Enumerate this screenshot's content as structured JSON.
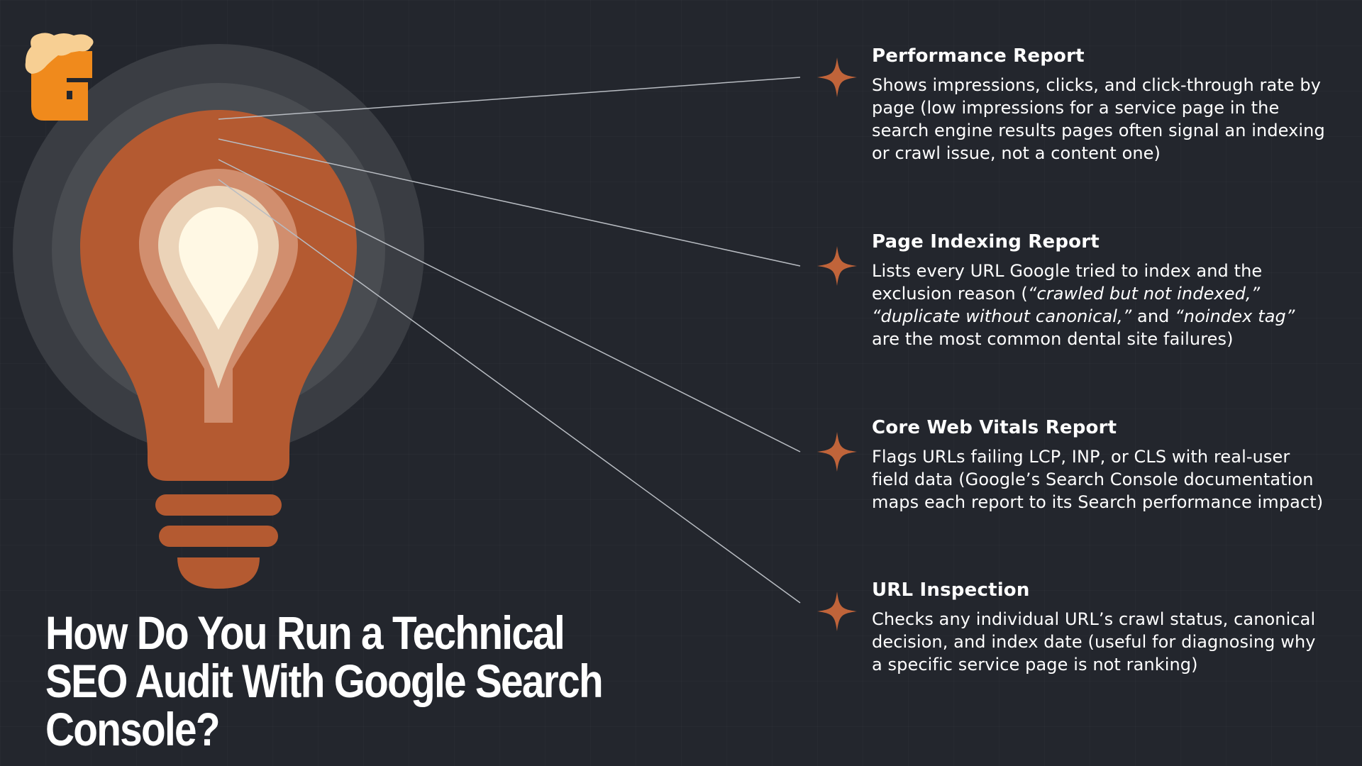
{
  "headline": "How Do You Run a Technical SEO Audit With Google Search Console?",
  "items": [
    {
      "title": "Performance Report",
      "desc_parts": [
        {
          "text": "Shows impressions, clicks, and click-through rate by page (low impressions for a service page in the search engine results pages often signal an indexing or crawl issue, not a content one)",
          "italic": false
        }
      ]
    },
    {
      "title": "Page Indexing Report",
      "desc_parts": [
        {
          "text": "Lists every URL Google tried to index and the exclusion reason (",
          "italic": false
        },
        {
          "text": "“crawled but not indexed,”",
          "italic": true
        },
        {
          "text": " ",
          "italic": false
        },
        {
          "text": "“duplicate without canonical,”",
          "italic": true
        },
        {
          "text": " and ",
          "italic": false
        },
        {
          "text": "“noindex tag”",
          "italic": true
        },
        {
          "text": " are the most common dental site failures)",
          "italic": false
        }
      ]
    },
    {
      "title": "Core Web Vitals Report",
      "desc_parts": [
        {
          "text": "Flags URLs failing LCP, INP, or CLS with real-user field data (Google’s Search Console documentation maps each report to its Search performance impact)",
          "italic": false
        }
      ]
    },
    {
      "title": "URL Inspection",
      "desc_parts": [
        {
          "text": "Checks any individual URL’s crawl status, canonical decision, and index date (useful for diagnosing why a specific service page is not ranking)",
          "italic": false
        }
      ]
    }
  ],
  "colors": {
    "background": "#23262d",
    "accent": "#b45a31",
    "star": "#c0643a",
    "logo_orange": "#f08a1c",
    "logo_cream": "#f7cf93",
    "text": "#ffffff"
  },
  "icons": {
    "logo": "g-logo-icon",
    "bulb": "lightbulb-icon",
    "star": "sparkle-star-icon"
  }
}
